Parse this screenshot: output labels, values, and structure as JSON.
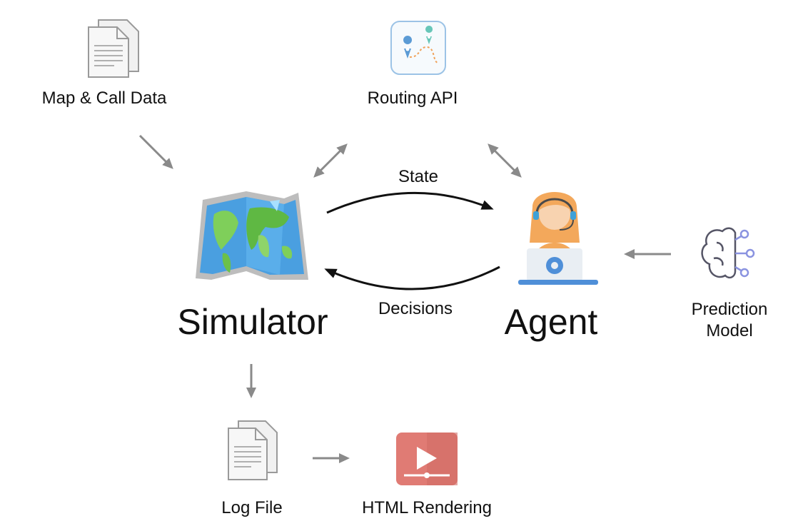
{
  "labels": {
    "map_call_data": "Map & Call Data",
    "routing_api": "Routing API",
    "state": "State",
    "decisions": "Decisions",
    "simulator": "Simulator",
    "agent": "Agent",
    "prediction_model_line1": "Prediction",
    "prediction_model_line2": "Model",
    "log_file": "Log File",
    "html_rendering": "HTML Rendering"
  },
  "icons": {
    "map_call_data": "document-stack-icon",
    "routing_api": "route-map-pin-icon",
    "simulator": "world-map-icon",
    "agent": "support-agent-laptop-icon",
    "prediction_model": "brain-network-icon",
    "log_file": "document-stack-icon",
    "html_rendering": "video-play-icon"
  },
  "colors": {
    "arrow_gray": "#8a8a8a",
    "cycle_arrow": "#111111",
    "agent_orange": "#f2a65a",
    "video_red": "#e07b74",
    "routing_border": "#9cc3e6",
    "brain_outline": "#555566",
    "brain_nodes": "#8a93e0"
  }
}
